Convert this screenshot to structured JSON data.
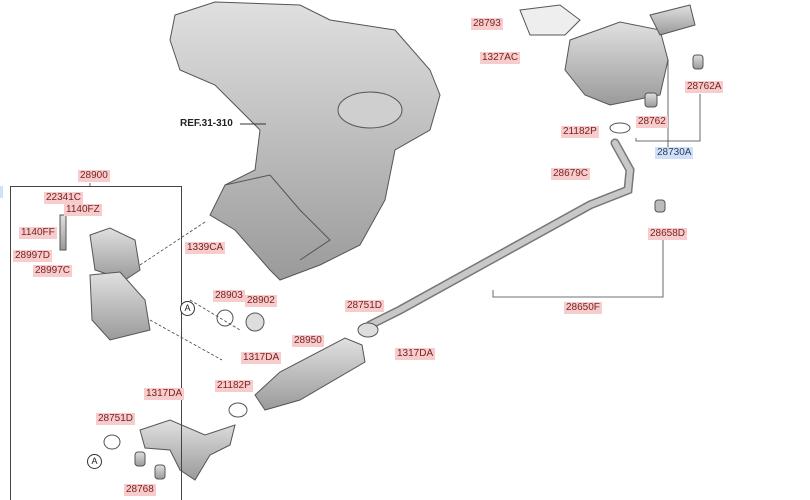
{
  "diagram": {
    "reference": "REF.31-310",
    "callout_marker": "A",
    "labels": {
      "l28793": "28793",
      "l1327AC": "1327AC",
      "l28762A": "28762A",
      "l28762": "28762",
      "l21182P_top": "21182P",
      "l28730A": "28730A",
      "l28679C": "28679C",
      "l28658D": "28658D",
      "l28650F": "28650F",
      "l28900": "28900",
      "l22341C": "22341C",
      "l1140FZ": "1140FZ",
      "l1140FF": "1140FF",
      "l1339CA": "1339CA",
      "l28997D": "28997D",
      "l28997C": "28997C",
      "l28903": "28903",
      "l28902": "28902",
      "l28751D_top": "28751D",
      "l28950": "28950",
      "l1317DA_right": "1317DA",
      "l1317DA_mid": "1317DA",
      "l21182P_bottom": "21182P",
      "l1317DA_left": "1317DA",
      "l28751D_bottom": "28751D",
      "l28768": "28768"
    },
    "colors": {
      "label_bg": "#f6cccc",
      "selected_label_bg": "#cfe0f7",
      "part_fill": "#bdbdbd"
    }
  }
}
